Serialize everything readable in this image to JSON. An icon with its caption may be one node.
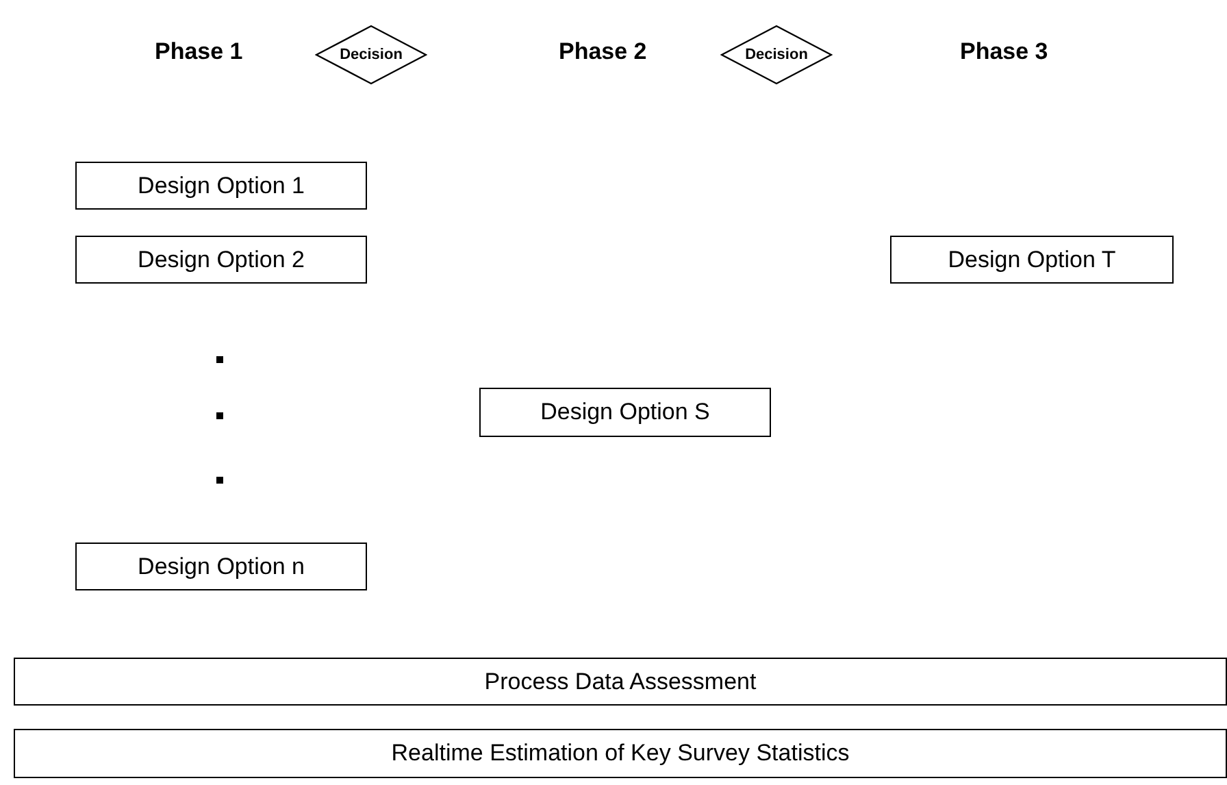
{
  "diagram": {
    "nodes": [
      {
        "text": [
          "Decision"
        ]
      },
      {
        "text": [
          "Decision"
        ]
      },
      {
        "text": [
          "Design Option 1"
        ]
      },
      {
        "text": [
          "Design Option 2"
        ]
      },
      {
        "text": [
          "Design Option T"
        ]
      },
      {
        "text": [
          "Design Option S"
        ]
      },
      {
        "text": [
          "Design Option n"
        ]
      },
      {
        "text": [
          "Process Data Assessment"
        ]
      },
      {
        "text": [
          "Realtime Estimation of Key Survey Statistics"
        ]
      }
    ],
    "labels": [
      "Phase 1",
      "Phase 2",
      "Phase 3"
    ]
  }
}
